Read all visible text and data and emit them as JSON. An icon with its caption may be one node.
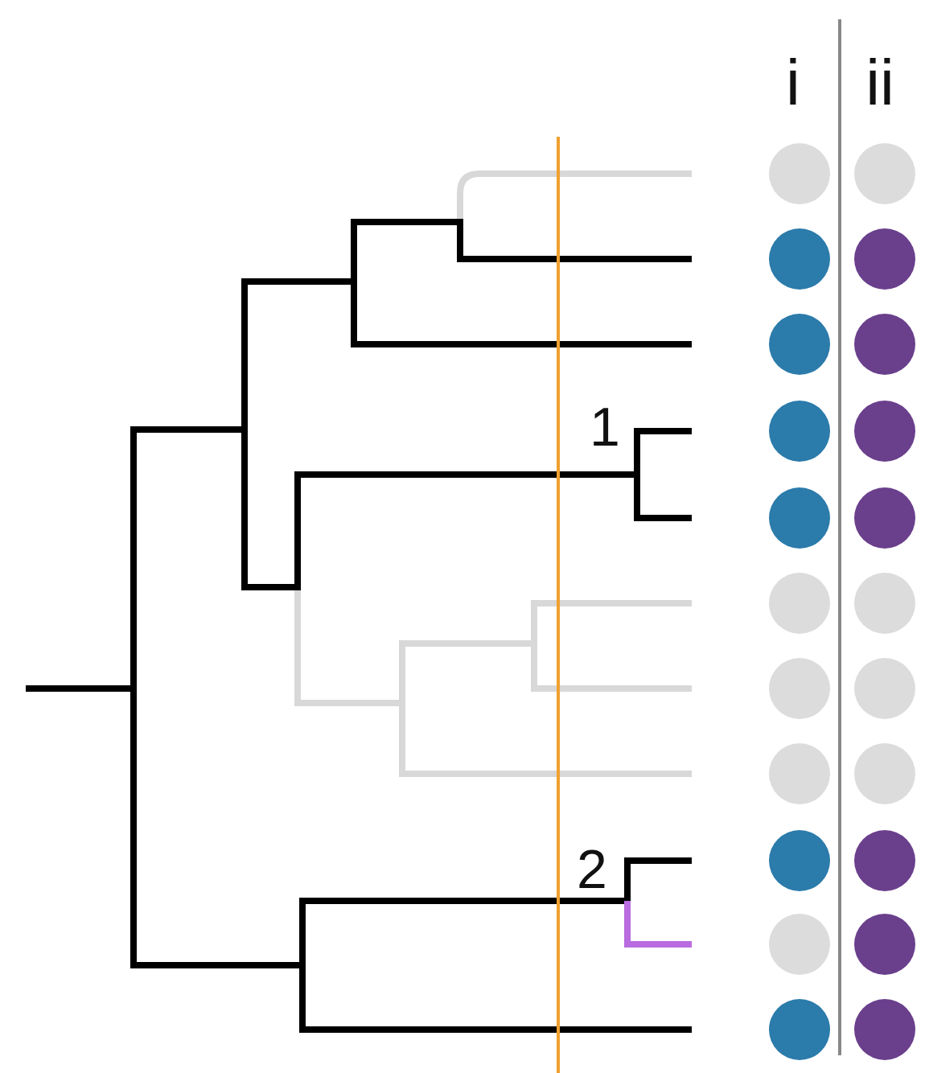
{
  "diagram": {
    "labels": [
      "i",
      "ii",
      "1",
      "2"
    ]
  }
}
